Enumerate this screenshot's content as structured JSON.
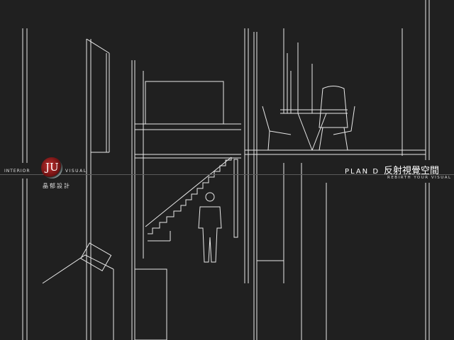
{
  "logo": {
    "left_text": "INTERIOR",
    "right_text": "VISUAL",
    "monogram": "JU",
    "chinese_name": "晶郁設計"
  },
  "slide": {
    "plan_label": "PLAN D",
    "title_cn": "反射視覺空間",
    "subtitle": "REBIRTH YOUR VISUAL"
  },
  "colors": {
    "background": "#202020",
    "lines": "#ffffff"
  }
}
